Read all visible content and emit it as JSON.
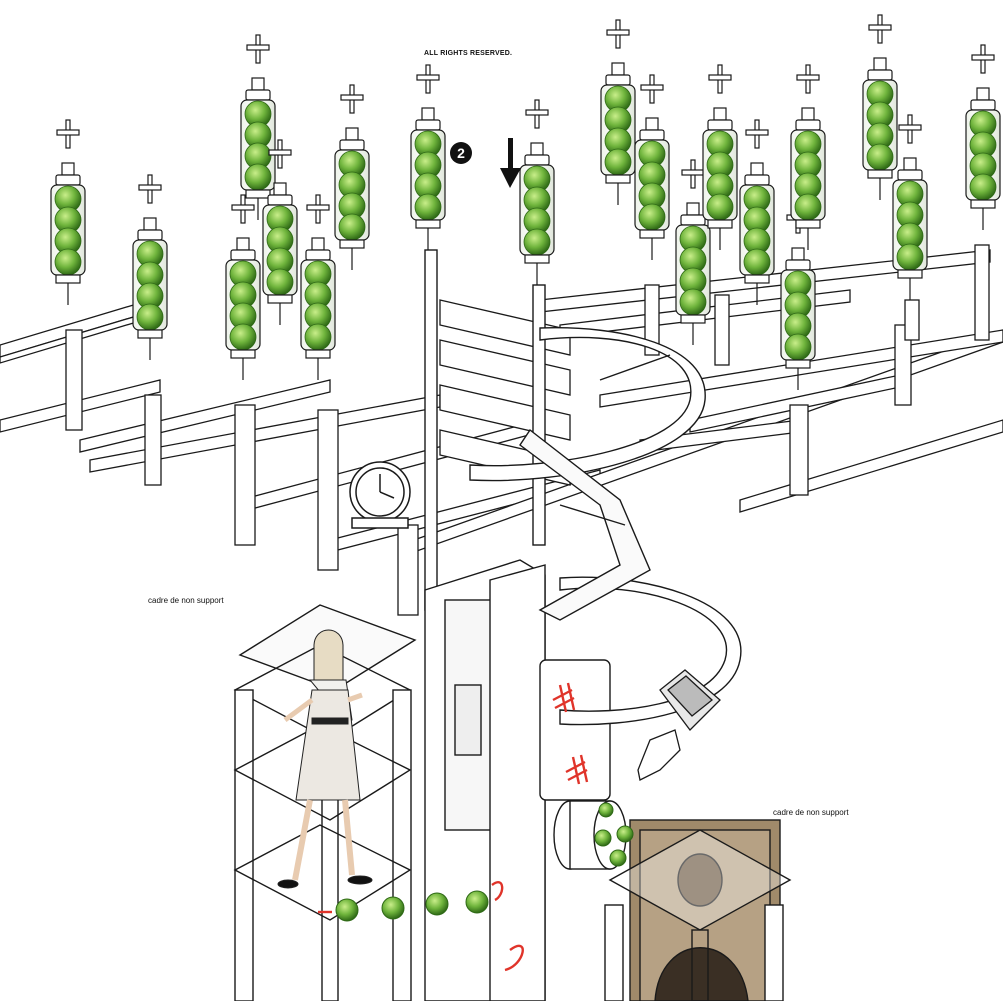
{
  "labels": {
    "rights": "ALL RIGHTS RESERVED.",
    "frame_left": "cadre de non support",
    "frame_right": "cadre de non support",
    "step_number": "2"
  },
  "colors": {
    "ink": "#1a1a1a",
    "paper": "#ffffff",
    "sprout_green": "#6fb43c",
    "sprout_dark": "#3d7a1e",
    "accent_red": "#e0342a",
    "sepia": "#a08a6a"
  },
  "icons": [
    "down-arrow-icon",
    "alarm-clock-icon",
    "calculator-icon",
    "pointing-hand-icon",
    "red-hook-arrow-icon"
  ]
}
